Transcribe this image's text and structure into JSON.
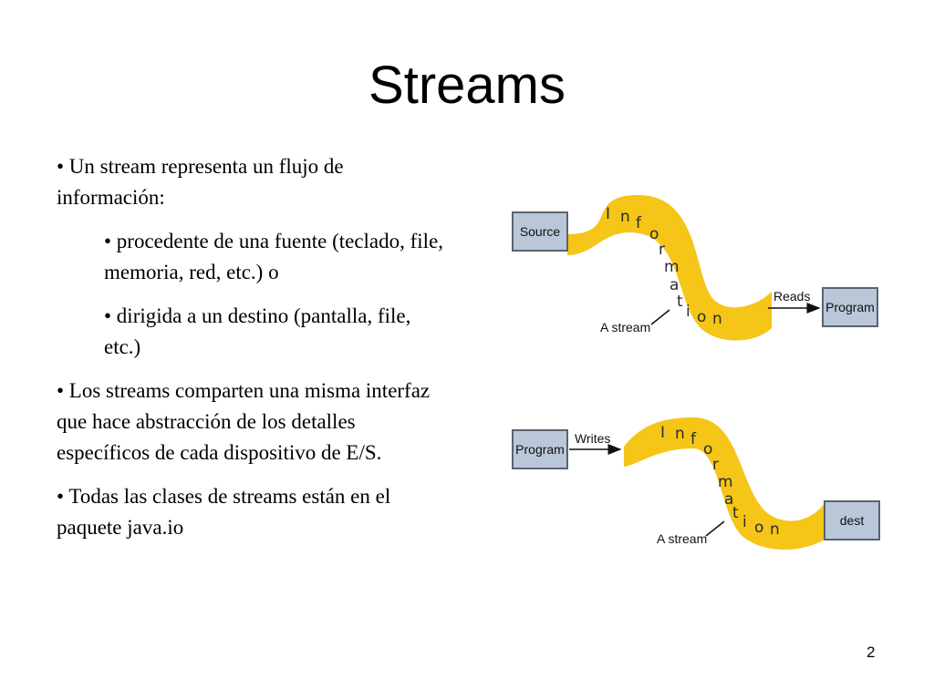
{
  "slide": {
    "title": "Streams",
    "page_number": "2",
    "bullets": [
      {
        "text": "•  Un stream representa un flujo de información:",
        "level": 0
      },
      {
        "text": "• procedente de una fuente (teclado, file, memoria, red, etc.) o",
        "level": 1
      },
      {
        "text": "• dirigida a un destino (pantalla, file, etc.)",
        "level": 1
      },
      {
        "text": "•  Los streams comparten una misma interfaz que hace abstracción de los detalles específicos de cada dispositivo de E/S.",
        "level": 0
      },
      {
        "text": "• Todas las clases de streams están en el paquete java.io",
        "level": 0
      }
    ]
  },
  "diagram_top": {
    "source_label": "Source",
    "program_label": "Program",
    "arrow_label": "Reads",
    "stream_label": "A stream",
    "band_word": "Information"
  },
  "diagram_bottom": {
    "program_label": "Program",
    "dest_label": "dest",
    "arrow_label": "Writes",
    "stream_label": "A stream",
    "band_word": "Information"
  },
  "colors": {
    "band": "#f5c518",
    "box_fill": "#b9c7d8",
    "box_border": "#5a6470"
  }
}
